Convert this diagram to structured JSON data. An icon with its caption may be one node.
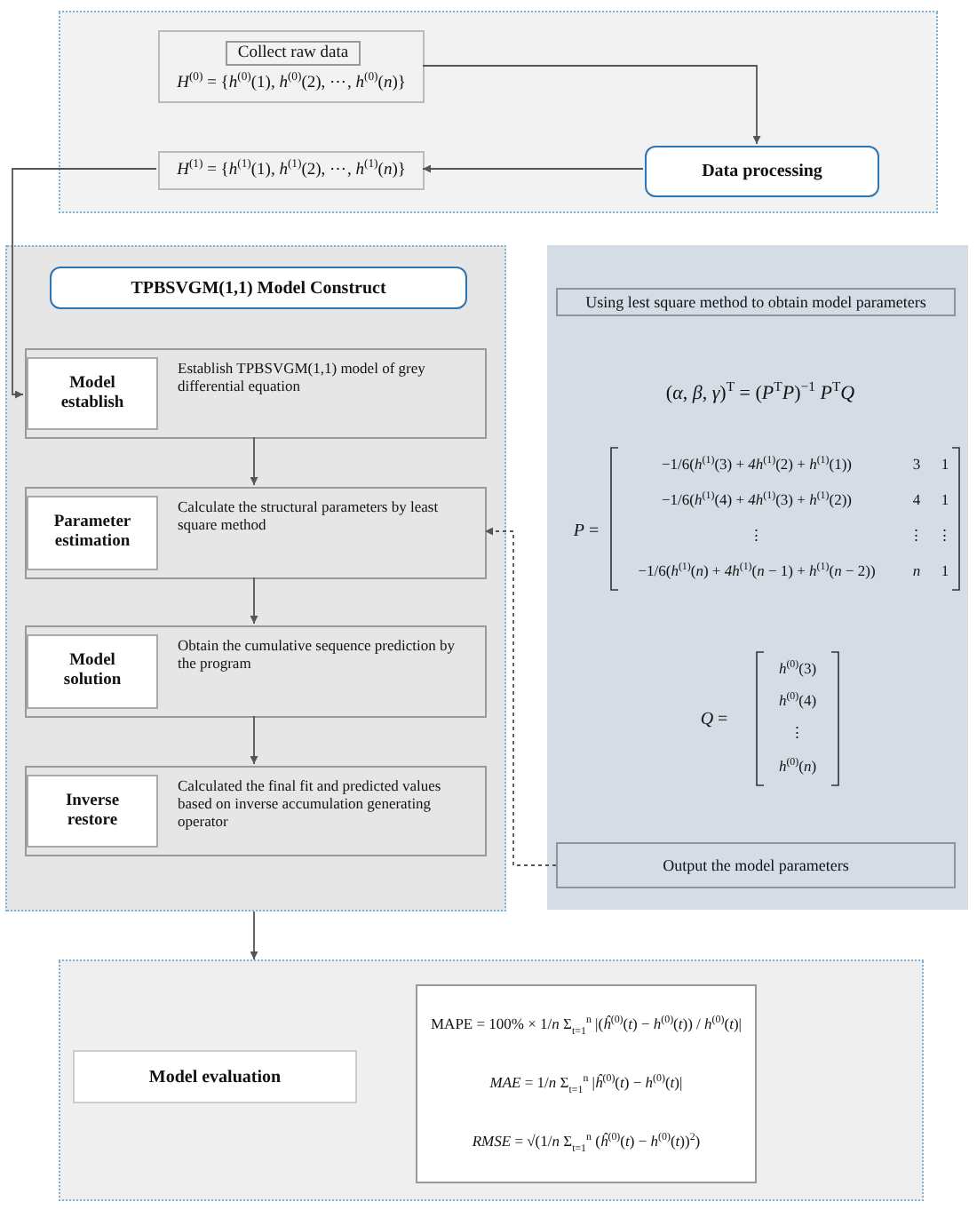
{
  "diagram": {
    "nodes": [
      {
        "text": [],
        "shape": "box"
      },
      {
        "text": [
          "*H*$^{(0)}$ = {*h*$^{(0)}$(1), *h*$^{(0)}$(2), ⋯, *h*$^{(0)}$(*n*)}"
        ],
        "in": 0
      },
      {
        "text": [
          "Collect raw data"
        ],
        "in": 1
      },
      {
        "text": [
          "*H*$^{(1)}$ = {*h*$^{(1)}$(1), *h*$^{(1)}$(2), ⋯, *h*$^{(1)}$(*n*)}"
        ],
        "in": 0
      },
      {
        "text": [
          "Data processing"
        ],
        "in": 0
      },
      {
        "text": [],
        "shape": "box"
      },
      {
        "text": [
          "TPBSVGM(1,1) Model Construct"
        ],
        "in": 5
      },
      {
        "text": [
          "Model establish",
          "Establish TPBSVGM(1,1) model of grey differential equation"
        ],
        "in": 5
      },
      {
        "text": [
          "Parameter estimation",
          "Calculate the structural parameters by least square method"
        ],
        "in": 5
      },
      {
        "text": [
          "Model solution",
          "Obtain the cumulative sequence prediction by the program"
        ],
        "in": 5
      },
      {
        "text": [
          "Inverse restore",
          "Calculated the final fit and predicted values based on inverse accumulation generating operator"
        ],
        "in": 5
      },
      {
        "text": [
          "(*α*, *β*, *γ*)$^{T}$ = (*P*$^{T}$*P*)$^{−1}$ *P*$^{T}$*Q*",
          "*P* =",
          "−1/6(*h*$^{(1)}$(3) + *4h*$^{(1)}$(2) + *h*$^{(1)}$(1))",
          "3",
          "1",
          "−1/6(*h*$^{(1)}$(4) + *4h*$^{(1)}$(3) + *h*$^{(1)}$(2))",
          "4",
          "1",
          "⋮",
          "⋮",
          "⋮",
          "−1/6(*h*$^{(1)}$(*n*) + *4h*$^{(1)}$(*n* − 1) + *h*$^{(1)}$(*n* − 2))",
          "*n*",
          "1",
          "*Q* =",
          "*h*$^{(0)}$(3)",
          "*h*$^{(0)}$(4)",
          "⋮",
          "*h*$^{(0)}$(*n*)"
        ]
      },
      {
        "text": [
          "Using lest square method to obtain model parameters"
        ],
        "in": 11
      },
      {
        "text": [
          "Output the model parameters"
        ],
        "in": 11
      },
      {
        "text": [],
        "shape": "box"
      },
      {
        "text": [
          "Model evaluation"
        ],
        "in": 14
      },
      {
        "text": [
          "MAPE = 100% × 1/*n* Σ$_{t=1}$$^{n}$ |(*ĥ*$^{(0)}$(*t*) − *h*$^{(0)}$(*t*)) / *h*$^{(0)}$(*t*)|",
          "*MAE* = 1/*n* Σ$_{t=1}$$^{n}$ |*ĥ*$^{(0)}$(*t*) − *h*$^{(0)}$(*t*)|",
          "*RMSE* = √(1/*n* Σ$_{t=1}$$^{n}$ (*ĥ*$^{(0)}$(*t*) − *h*$^{(0)}$(*t*))$^{2}$)"
        ],
        "in": 14
      }
    ],
    "edges": [
      {
        "from": 1,
        "to": 4,
        "arrow": "to"
      },
      {
        "from": 4,
        "to": 3,
        "arrow": "to"
      },
      {
        "from": 3,
        "to": 7,
        "arrow": "to"
      },
      {
        "from": 7,
        "to": 8,
        "arrow": "to"
      },
      {
        "from": 8,
        "to": 9,
        "arrow": "to"
      },
      {
        "from": 9,
        "to": 10,
        "arrow": "to"
      },
      {
        "from": 13,
        "to": 8,
        "arrow": "to",
        "style": "dashed"
      },
      {
        "from": 5,
        "to": 14,
        "arrow": "to"
      }
    ]
  }
}
